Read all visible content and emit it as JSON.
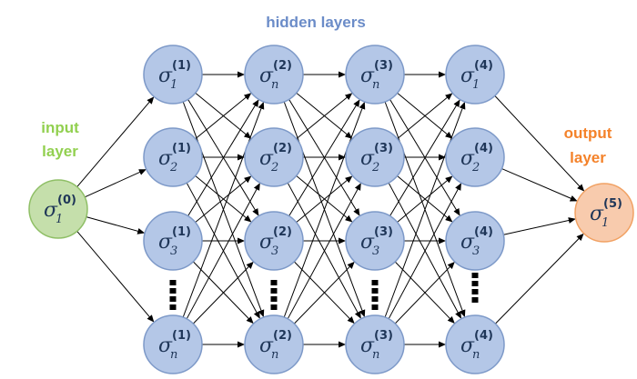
{
  "labels": {
    "hidden": "hidden layers",
    "input_line1": "input",
    "input_line2": "layer",
    "output_line1": "output",
    "output_line2": "layer"
  },
  "colors": {
    "hidden_fill": "#b4c7e7",
    "hidden_stroke": "#7d99c8",
    "hidden_label": "#6b8cc8",
    "input_fill": "#c5dfab",
    "input_stroke": "#8fbf66",
    "input_label": "#92d050",
    "output_fill": "#f8cbad",
    "output_stroke": "#f1a163",
    "output_label": "#f4822a"
  },
  "layers": [
    {
      "kind": "input",
      "nodes": [
        {
          "sym": "σ",
          "sub": "1",
          "sup": "(0)"
        }
      ]
    },
    {
      "kind": "hidden",
      "ellipsis": true,
      "nodes": [
        {
          "sym": "σ",
          "sub": "1",
          "sup": "(1)"
        },
        {
          "sym": "σ",
          "sub": "2",
          "sup": "(1)"
        },
        {
          "sym": "σ",
          "sub": "3",
          "sup": "(1)"
        },
        {
          "sym": "σ",
          "sub": "n",
          "sup": "(1)"
        }
      ]
    },
    {
      "kind": "hidden",
      "ellipsis": true,
      "nodes": [
        {
          "sym": "σ",
          "sub": "n",
          "sup": "(2)"
        },
        {
          "sym": "σ",
          "sub": "2",
          "sup": "(2)"
        },
        {
          "sym": "σ",
          "sub": "3",
          "sup": "(2)"
        },
        {
          "sym": "σ",
          "sub": "n",
          "sup": "(2)"
        }
      ]
    },
    {
      "kind": "hidden",
      "ellipsis": true,
      "nodes": [
        {
          "sym": "σ",
          "sub": "n",
          "sup": "(3)"
        },
        {
          "sym": "σ",
          "sub": "2",
          "sup": "(3)"
        },
        {
          "sym": "σ",
          "sub": "3",
          "sup": "(3)"
        },
        {
          "sym": "σ",
          "sub": "n",
          "sup": "(3)"
        }
      ]
    },
    {
      "kind": "hidden",
      "ellipsis": true,
      "nodes": [
        {
          "sym": "σ",
          "sub": "1",
          "sup": "(4)"
        },
        {
          "sym": "σ",
          "sub": "2",
          "sup": "(4)"
        },
        {
          "sym": "σ",
          "sub": "3",
          "sup": "(4)"
        },
        {
          "sym": "σ",
          "sub": "n",
          "sup": "(4)"
        }
      ]
    },
    {
      "kind": "output",
      "nodes": [
        {
          "sym": "σ",
          "sub": "1",
          "sup": "(5)"
        }
      ]
    }
  ],
  "connections": "fully-connected"
}
